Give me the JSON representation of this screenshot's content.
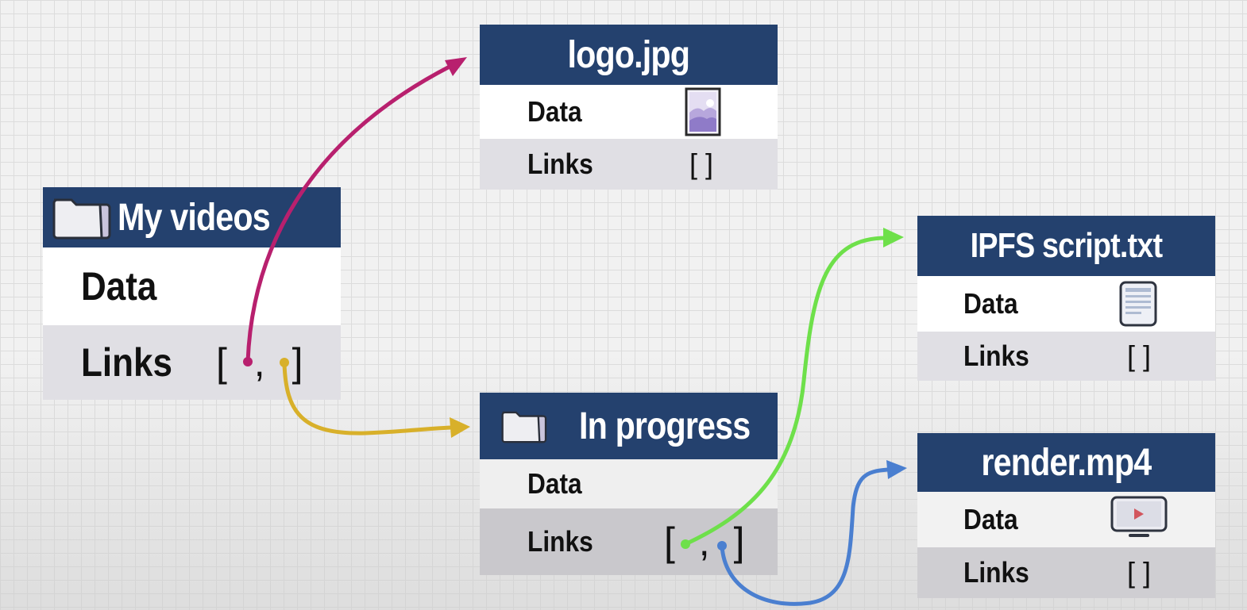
{
  "nodes": {
    "my_videos": {
      "title": "My videos",
      "data_label": "Data",
      "links_label": "Links",
      "links_value": "[ , ]",
      "icon": "folder-icon"
    },
    "logo": {
      "title": "logo.jpg",
      "data_label": "Data",
      "links_label": "Links",
      "links_value": "[ ]",
      "icon": "image-icon"
    },
    "in_progress": {
      "title": "In progress",
      "data_label": "Data",
      "links_label": "Links",
      "links_value": "[ , ]",
      "icon": "folder-icon"
    },
    "ipfs_script": {
      "title": "IPFS script.txt",
      "data_label": "Data",
      "links_label": "Links",
      "links_value": "[ ]",
      "icon": "document-icon"
    },
    "render": {
      "title": "render.mp4",
      "data_label": "Data",
      "links_label": "Links",
      "links_value": "[ ]",
      "icon": "video-icon"
    }
  },
  "colors": {
    "header": "#24416e",
    "link_to_logo": "#b8206e",
    "link_to_in_progress": "#d8b02a",
    "link_to_ipfs_script": "#6ee04a",
    "link_to_render": "#4a7fd0"
  }
}
